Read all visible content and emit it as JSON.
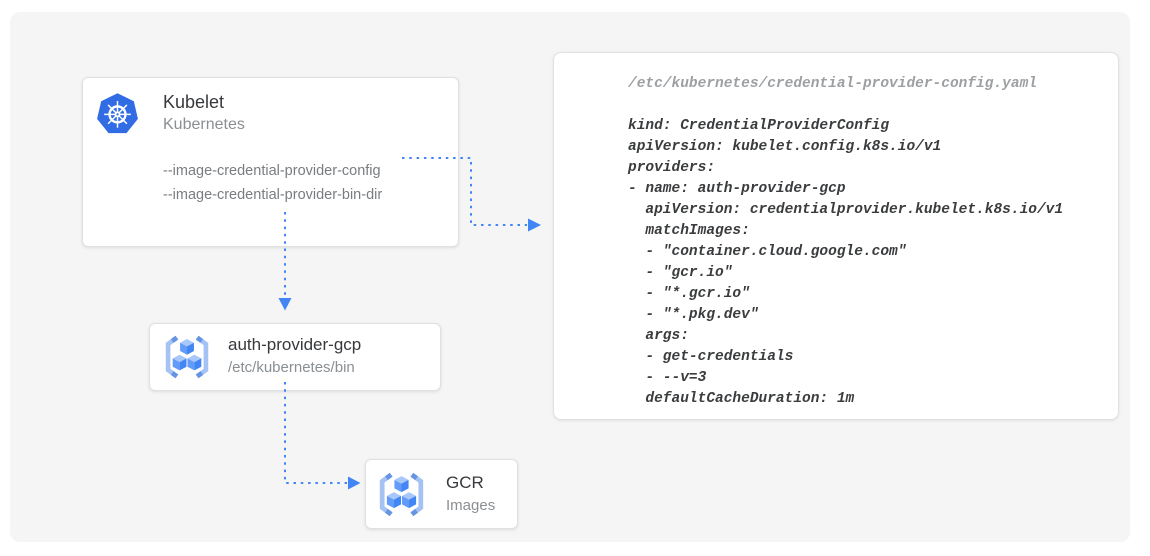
{
  "colors": {
    "arrow_blue": "#4285F4",
    "kubernetes_blue": "#326CE5",
    "canvas_bg": "#F5F5F6"
  },
  "kubelet_card": {
    "title": "Kubelet",
    "subtitle": "Kubernetes",
    "flags": [
      "--image-credential-provider-config",
      "--image-credential-provider-bin-dir"
    ]
  },
  "provider_card": {
    "title": "auth-provider-gcp",
    "subtitle": "/etc/kubernetes/bin"
  },
  "gcr_card": {
    "title": "GCR",
    "subtitle": "Images"
  },
  "yaml_panel": {
    "filename": "/etc/kubernetes/credential-provider-config.yaml",
    "lines": [
      "kind: CredentialProviderConfig",
      "apiVersion: kubelet.config.k8s.io/v1",
      "providers:",
      "- name: auth-provider-gcp",
      "  apiVersion: credentialprovider.kubelet.k8s.io/v1",
      "  matchImages:",
      "  - \"container.cloud.google.com\"",
      "  - \"gcr.io\"",
      "  - \"*.gcr.io\"",
      "  - \"*.pkg.dev\"",
      "  args:",
      "  - get-credentials",
      "  - --v=3",
      "  defaultCacheDuration: 1m"
    ]
  },
  "icons": {
    "kubelet": "kubernetes-helm-icon",
    "provider": "container-registry-icon",
    "gcr": "container-registry-icon"
  }
}
